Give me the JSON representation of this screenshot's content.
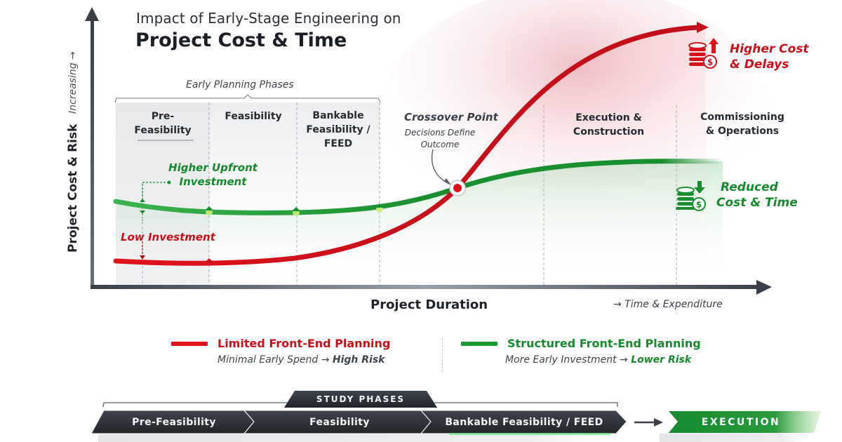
{
  "title": {
    "subtitle": "Impact of Early-Stage Engineering on",
    "main": "Project Cost & Time"
  },
  "axes": {
    "y_label": "Project Cost & Risk",
    "y_hint": "Increasing →",
    "x_label": "Project Duration",
    "x_hint": "→  Time & Expenditure"
  },
  "early_planning": {
    "label": "Early Planning Phases",
    "phases": [
      {
        "line1": "Pre-",
        "line2": "Feasibility",
        "line3": ""
      },
      {
        "line1": "Feasibility",
        "line2": "",
        "line3": ""
      },
      {
        "line1": "Bankable",
        "line2": "Feasibility /",
        "line3": "FEED"
      }
    ]
  },
  "later_phases": [
    {
      "line1": "Execution &",
      "line2": "Construction"
    },
    {
      "line1": "Commissioning",
      "line2": "& Operations"
    }
  ],
  "crossover": {
    "title": "Crossover Point",
    "line1": "Decisions Define",
    "line2": "Outcome"
  },
  "annotations": {
    "higher_upfront_1": "Higher Upfront",
    "higher_upfront_2": "Investment",
    "low_investment": "Low Investment",
    "higher_cost_1": "Higher Cost",
    "higher_cost_2": "& Delays",
    "reduced_1": "Reduced",
    "reduced_2": "Cost & Time"
  },
  "legend": [
    {
      "title": "Limited Front-End Planning",
      "desc_prefix": "Minimal Early Spend → ",
      "desc_emph": "High Risk",
      "color": "#e0121c"
    },
    {
      "title": "Structured Front-End Planning",
      "desc_prefix": "More Early Investment → ",
      "desc_emph": "Lower Risk",
      "color": "#1a9a33"
    }
  ],
  "timeline": {
    "study_label": "STUDY PHASES",
    "stages": [
      "Pre-Feasibility",
      "Feasibility",
      "Bankable Feasibility / FEED"
    ],
    "execution": "EXECUTION"
  },
  "icons": {
    "higher_cost": "coins-dollar-up-arrow-icon",
    "reduced_cost": "coins-dollar-down-arrow-icon"
  },
  "colors": {
    "red": "#e0121c",
    "dark_red": "#b00d16",
    "green": "#1a8f30",
    "dark": "#2d3239",
    "execution_green": "#1f8a35"
  },
  "chart_data": {
    "type": "line",
    "title": "Impact of Early-Stage Engineering on Project Cost & Time",
    "xlabel": "Project Duration (Time & Expenditure)",
    "ylabel": "Project Cost & Risk (Increasing)",
    "categories": [
      "Pre-Feasibility",
      "Feasibility",
      "Bankable Feasibility / FEED",
      "Crossover",
      "Execution & Construction",
      "Commissioning & Operations"
    ],
    "series": [
      {
        "name": "Limited Front-End Planning",
        "values": [
          10,
          10,
          13,
          47,
          95,
          100
        ],
        "color": "#e0121c"
      },
      {
        "name": "Structured Front-End Planning",
        "values": [
          42,
          39,
          40,
          47,
          57,
          58
        ],
        "color": "#1a9a33"
      }
    ],
    "annotations": [
      "Higher Upfront Investment",
      "Low Investment",
      "Crossover Point - Decisions Define Outcome",
      "Higher Cost & Delays",
      "Reduced Cost & Time"
    ],
    "grid": false,
    "legend_position": "bottom"
  }
}
